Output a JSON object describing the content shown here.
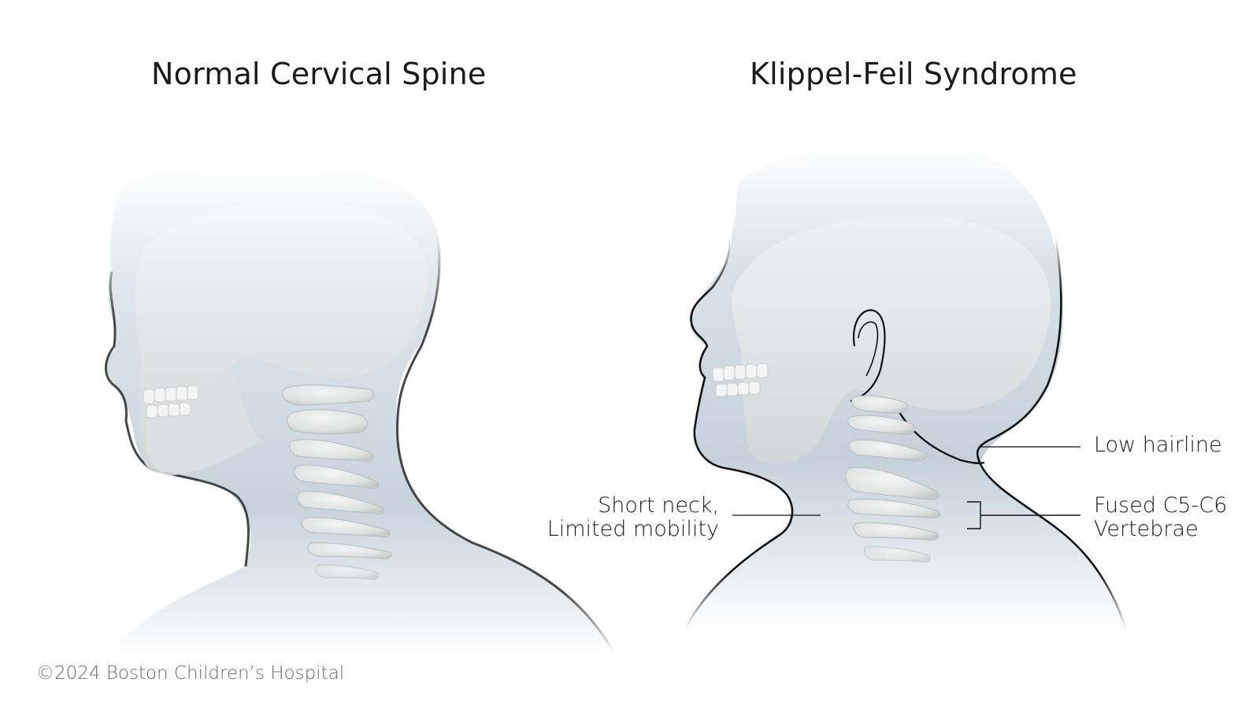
{
  "panels": [
    {
      "title": "Normal Cervical Spine",
      "labels": []
    },
    {
      "title": "Klippel-Feil Syndrome",
      "labels": [
        {
          "text": "Low hairline"
        },
        {
          "line1": "Fused C5-C6",
          "line2": "Vertebrae"
        },
        {
          "line1": "Short neck,",
          "line2": "Limited mobility"
        }
      ]
    }
  ],
  "footer": {
    "copyright": "©2024 Boston Children’s Hospital"
  },
  "colors": {
    "skin_tint": "#c8d4dd",
    "bone": "#e4e7e6",
    "outline": "#111111",
    "text": "#1a1a1a",
    "copyright_text": "#6a6a6a"
  }
}
